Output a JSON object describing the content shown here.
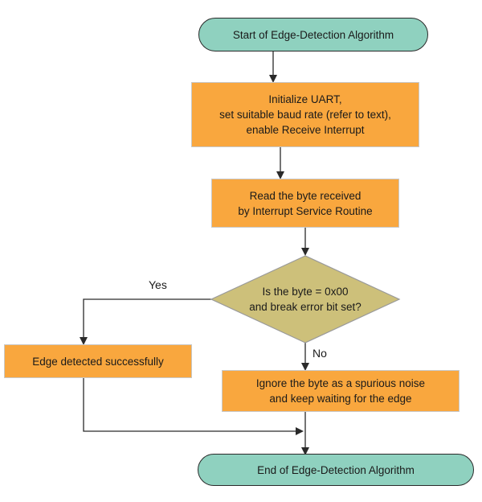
{
  "nodes": {
    "start": {
      "line1": "Start of Edge-Detection Algorithm"
    },
    "init": {
      "line1": "Initialize UART,",
      "line2": "set suitable baud rate (refer to text),",
      "line3": "enable Receive Interrupt"
    },
    "read": {
      "line1": "Read the byte received",
      "line2": "by Interrupt Service Routine"
    },
    "decision": {
      "line1": "Is the byte = 0x00",
      "line2": "and break error bit set?"
    },
    "edge_detected": {
      "line1": "Edge detected successfully"
    },
    "ignore": {
      "line1": "Ignore the byte as a spurious noise",
      "line2": "and keep waiting for the edge"
    },
    "end": {
      "line1": "End of Edge-Detection Algorithm"
    }
  },
  "edge_labels": {
    "yes": "Yes",
    "no": "No"
  },
  "colors": {
    "terminal_fill": "#8fd1bf",
    "process_fill": "#f9a73e",
    "decision_fill": "#cdc07a",
    "line": "#2a2a2a"
  }
}
